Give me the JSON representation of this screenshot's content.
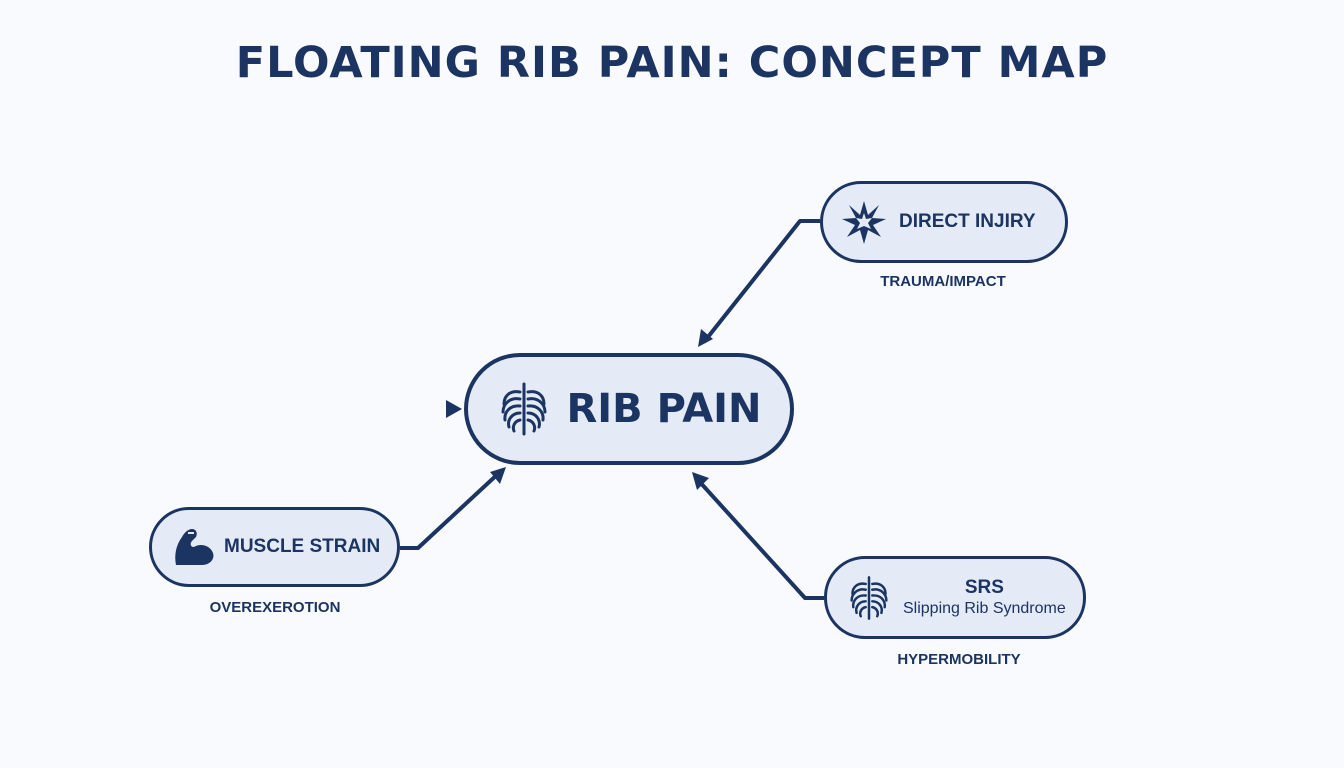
{
  "title": "FLOATING RIB PAIN: CONCEPT MAP",
  "central_node": {
    "label": "RIB PAIN",
    "icon": "ribcage-icon"
  },
  "nodes": [
    {
      "id": "direct-injury",
      "label": "DIRECT INJIRY",
      "icon": "burst-icon",
      "caption": "TRAUMA/IMPACT"
    },
    {
      "id": "muscle-strain",
      "label": "MUSCLE STRAIN",
      "icon": "flexed-arm-icon",
      "caption": "OVEREXEROTION"
    },
    {
      "id": "srs",
      "label": "SRS",
      "sublabel": "Slipping Rib Syndrome",
      "icon": "ribcage-icon",
      "caption": "HYPERMOBILITY"
    }
  ],
  "colors": {
    "primary": "#1b3461",
    "node_fill": "#e4eaf6",
    "background": "#f8fafd"
  }
}
